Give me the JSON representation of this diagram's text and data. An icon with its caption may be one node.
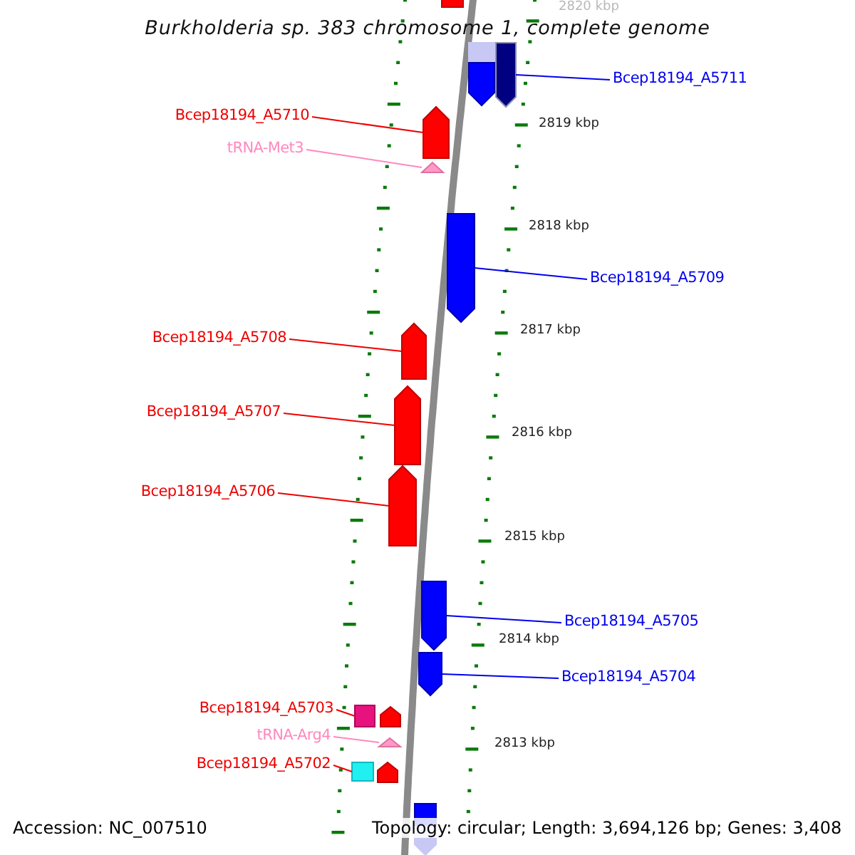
{
  "diagram": {
    "title": "Burkholderia sp. 383 chromosome 1, complete genome",
    "nodes": [
      {
        "text": [],
        "shape": "box"
      },
      {
        "text": [
          "Bcep18194_A5711"
        ]
      },
      {
        "text": [],
        "shape": "box"
      },
      {
        "text": [],
        "shape": "box"
      },
      {
        "text": [
          "Bcep18194_A5710"
        ]
      },
      {
        "text": [],
        "shape": "box"
      },
      {
        "text": [
          "tRNA-Met3"
        ]
      },
      {
        "text": [],
        "shape": "triangle"
      },
      {
        "text": [
          "Bcep18194_A5709"
        ]
      },
      {
        "text": [],
        "shape": "box"
      },
      {
        "text": [
          "Bcep18194_A5708"
        ]
      },
      {
        "text": [],
        "shape": "box"
      },
      {
        "text": [
          "Bcep18194_A5707"
        ]
      },
      {
        "text": [],
        "shape": "box"
      },
      {
        "text": [
          "Bcep18194_A5706"
        ]
      },
      {
        "text": [],
        "shape": "box"
      },
      {
        "text": [
          "Bcep18194_A5705"
        ]
      },
      {
        "text": [],
        "shape": "box"
      },
      {
        "text": [
          "Bcep18194_A5704"
        ]
      },
      {
        "text": [],
        "shape": "box"
      },
      {
        "text": [
          "Bcep18194_A5703"
        ]
      },
      {
        "text": [],
        "shape": "box"
      },
      {
        "text": [],
        "shape": "box"
      },
      {
        "text": [
          "tRNA-Arg4"
        ]
      },
      {
        "text": [],
        "shape": "triangle"
      },
      {
        "text": [
          "Bcep18194_A5702"
        ]
      },
      {
        "text": [],
        "shape": "box"
      },
      {
        "text": [],
        "shape": "box"
      },
      {
        "text": [],
        "shape": "box"
      }
    ],
    "edges": [
      {
        "from": 1,
        "to": 3,
        "arrow": "none",
        "color": "#0000ee"
      },
      {
        "from": 4,
        "to": 5,
        "arrow": "none"
      },
      {
        "from": 6,
        "to": 7,
        "arrow": "none",
        "color": "#ff88c0"
      },
      {
        "from": 8,
        "to": 9,
        "arrow": "none",
        "color": "#0000ee"
      },
      {
        "from": 10,
        "to": 11,
        "arrow": "none"
      },
      {
        "from": 12,
        "to": 13,
        "arrow": "none"
      },
      {
        "from": 14,
        "to": 15,
        "arrow": "none"
      },
      {
        "from": 16,
        "to": 17,
        "arrow": "none",
        "color": "#0000ee"
      },
      {
        "from": 18,
        "to": 19,
        "arrow": "none",
        "color": "#0000ee"
      },
      {
        "from": 20,
        "to": 21,
        "arrow": "none"
      },
      {
        "from": 23,
        "to": 24,
        "arrow": "none",
        "color": "#ff88c0"
      },
      {
        "from": 25,
        "to": 26,
        "arrow": "none"
      }
    ],
    "labels": [
      "2820 kbp",
      "2819 kbp",
      "2818 kbp",
      "2817 kbp",
      "2816 kbp",
      "2815 kbp",
      "2814 kbp",
      "2813 kbp",
      "Accession: NC_007510",
      "Topology: circular; Length: 3,694,126 bp; Genes: 3,408"
    ]
  }
}
